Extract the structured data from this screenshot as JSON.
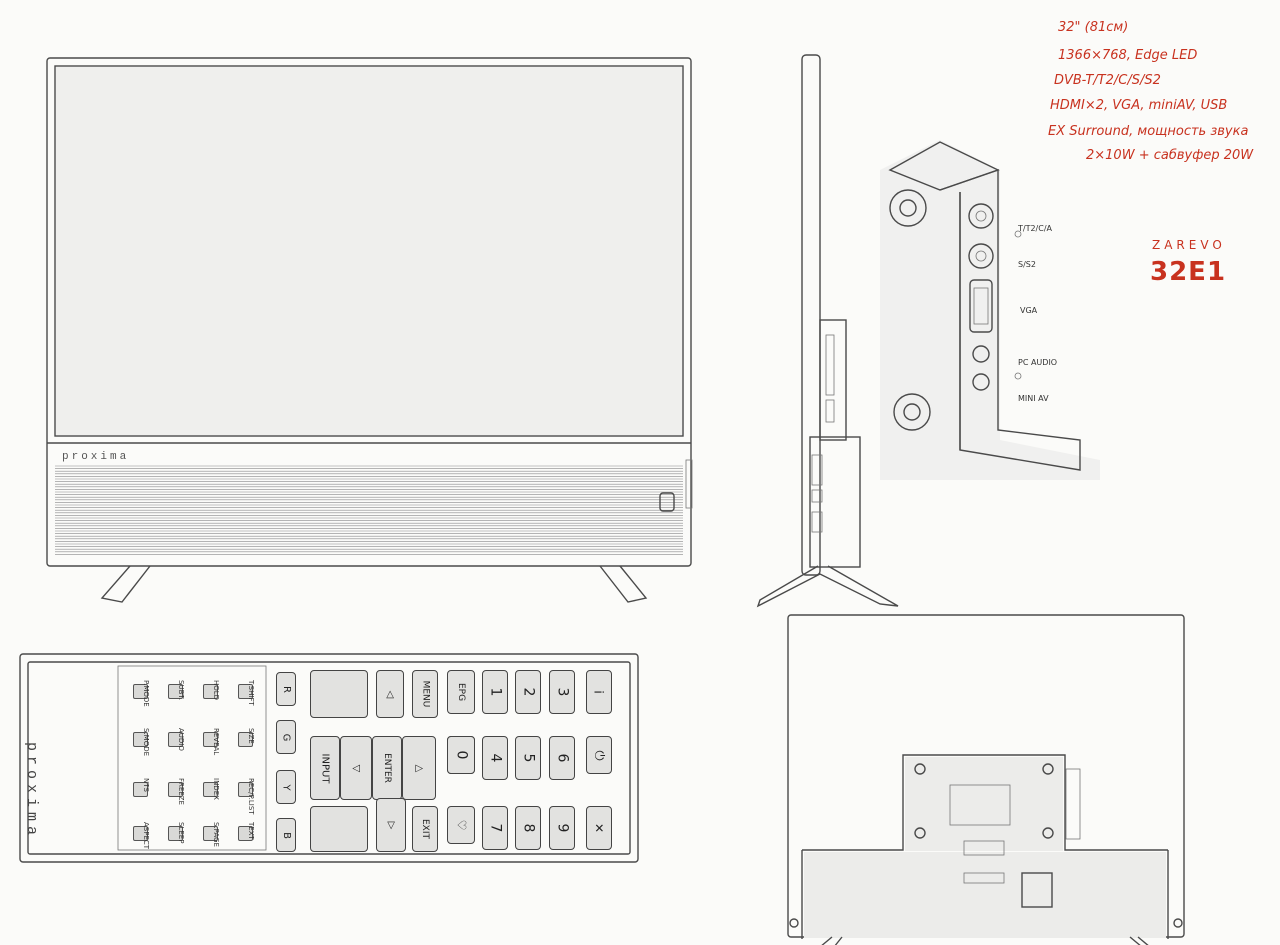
{
  "model": {
    "brand": "ZAREVO",
    "name": "32E1"
  },
  "specs": [
    "32\" (81см)",
    "1366×768,  Edge LED",
    "DVB-T/T2/C/S/S2",
    "HDMI×2, VGA, miniAV, USB",
    "EX Surround, мощность звука",
    "2×10W + сабвуфер 20W"
  ],
  "tv_front": {
    "logo": "proxima"
  },
  "connectors": [
    {
      "label": "T/T2/C/A"
    },
    {
      "label": "S/S2"
    },
    {
      "label": "VGA"
    },
    {
      "label": "PC AUDIO"
    },
    {
      "label": "MINI AV"
    }
  ],
  "remote": {
    "logo": "proxima",
    "small_buttons": [
      {
        "label": "P.MODE"
      },
      {
        "label": "SUBT."
      },
      {
        "label": "HOLD"
      },
      {
        "label": "T.SHIFT"
      },
      {
        "label": "S.MODE"
      },
      {
        "label": "AUDIO"
      },
      {
        "label": "REVEAL"
      },
      {
        "label": "SIZE"
      },
      {
        "label": "NTS"
      },
      {
        "label": "FREEZE"
      },
      {
        "label": "INDEX"
      },
      {
        "label": "REC/P.LIST"
      },
      {
        "label": "ASPECT"
      },
      {
        "label": "SLEEP"
      },
      {
        "label": "S.PAGE"
      },
      {
        "label": "TEXT"
      }
    ],
    "color_keys": [
      "R",
      "G",
      "Y",
      "B"
    ],
    "keys": {
      "menu": "MENU",
      "epg": "EPG",
      "input": "INPUT",
      "enter": "ENTER",
      "exit": "EXIT",
      "digits": [
        "1",
        "2",
        "3",
        "4",
        "5",
        "6",
        "7",
        "8",
        "9",
        "0"
      ]
    }
  },
  "colors": {
    "accent_red": "#c8321f",
    "pencil": "#4a4a4a"
  }
}
